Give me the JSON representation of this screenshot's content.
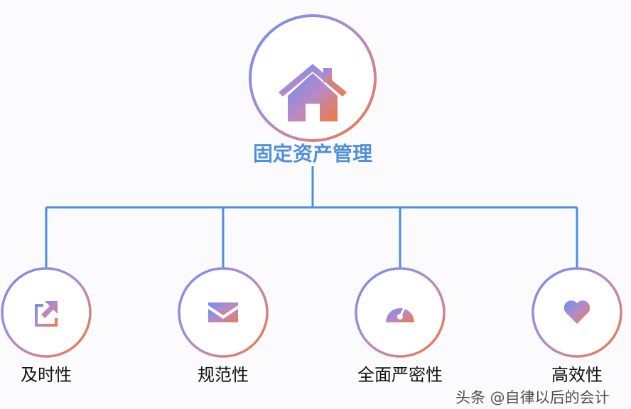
{
  "root": {
    "title": "固定资产管理",
    "icon": "house-icon"
  },
  "children": [
    {
      "label": "及时性",
      "icon": "external-link-icon"
    },
    {
      "label": "规范性",
      "icon": "envelope-icon"
    },
    {
      "label": "全面严密性",
      "icon": "speedometer-icon"
    },
    {
      "label": "高效性",
      "icon": "heart-icon"
    }
  ],
  "watermark": "头条 @自律以后的会计",
  "colors": {
    "line": "#4a8fe0",
    "gradient_start": "#6b8ff0",
    "gradient_end": "#f07a45",
    "title": "#4f8fdc"
  }
}
